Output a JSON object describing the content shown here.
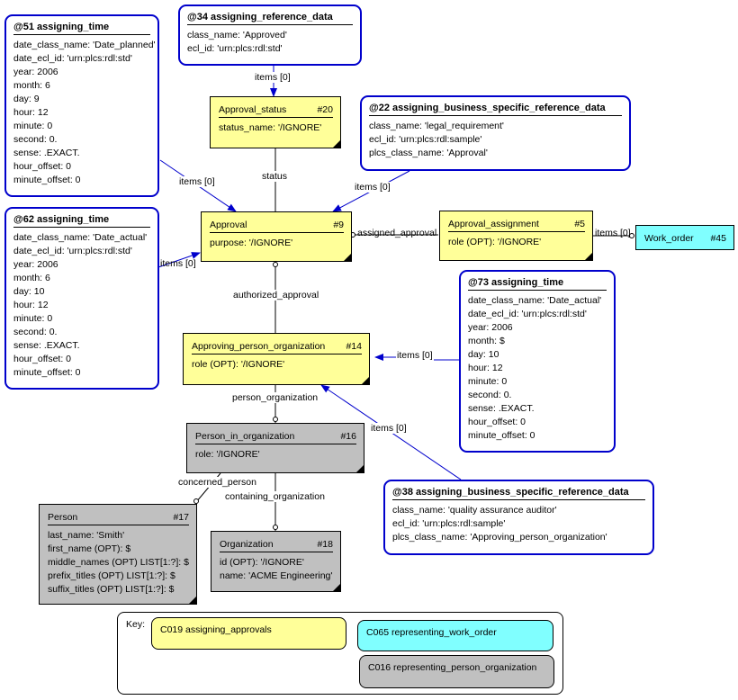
{
  "entities": {
    "approval_status": {
      "name": "Approval_status",
      "id": "#20",
      "rows": [
        "status_name: '/IGNORE'"
      ]
    },
    "approval": {
      "name": "Approval",
      "id": "#9",
      "rows": [
        "purpose: '/IGNORE'"
      ]
    },
    "approval_assignment": {
      "name": "Approval_assignment",
      "id": "#5",
      "rows": [
        "role (OPT): '/IGNORE'"
      ]
    },
    "work_order": {
      "name": "Work_order",
      "id": "#45"
    },
    "approving_person_organization": {
      "name": "Approving_person_organization",
      "id": "#14",
      "rows": [
        "role (OPT): '/IGNORE'"
      ]
    },
    "person_in_organization": {
      "name": "Person_in_organization",
      "id": "#16",
      "rows": [
        "role: '/IGNORE'"
      ]
    },
    "person": {
      "name": "Person",
      "id": "#17",
      "rows": [
        "last_name: 'Smith'",
        "first_name (OPT): $",
        "middle_names (OPT) LIST[1:?]: $",
        "prefix_titles (OPT) LIST[1:?]: $",
        "suffix_titles (OPT) LIST[1:?]: $"
      ]
    },
    "organization": {
      "name": "Organization",
      "id": "#18",
      "rows": [
        "id (OPT): '/IGNORE'",
        "name: 'ACME Engineering'"
      ]
    }
  },
  "instances": {
    "i51": {
      "title": "@51  assigning_time",
      "rows": [
        "date_class_name: 'Date_planned'",
        "date_ecl_id: 'urn:plcs:rdl:std'",
        "year: 2006",
        "month: 6",
        "day: 9",
        "hour: 12",
        "minute: 0",
        "second: 0.",
        "sense: .EXACT.",
        "hour_offset: 0",
        "minute_offset: 0"
      ]
    },
    "i34": {
      "title": "@34  assigning_reference_data",
      "rows": [
        "class_name: 'Approved'",
        "ecl_id: 'urn:plcs:rdl:std'"
      ]
    },
    "i22": {
      "title": "@22  assigning_business_specific_reference_data",
      "rows": [
        "class_name: 'legal_requirement'",
        "ecl_id: 'urn:plcs:rdl:sample'",
        "plcs_class_name: 'Approval'"
      ]
    },
    "i62": {
      "title": "@62  assigning_time",
      "rows": [
        "date_class_name: 'Date_actual'",
        "date_ecl_id: 'urn:plcs:rdl:std'",
        "year: 2006",
        "month: 6",
        "day: 10",
        "hour: 12",
        "minute: 0",
        "second: 0.",
        "sense: .EXACT.",
        "hour_offset: 0",
        "minute_offset: 0"
      ]
    },
    "i73": {
      "title": "@73  assigning_time",
      "rows": [
        "date_class_name: 'Date_actual'",
        "date_ecl_id: 'urn:plcs:rdl:std'",
        "year: 2006",
        "month: $",
        "day: 10",
        "hour: 12",
        "minute: 0",
        "second: 0.",
        "sense: .EXACT.",
        "hour_offset: 0",
        "minute_offset: 0"
      ]
    },
    "i38": {
      "title": "@38  assigning_business_specific_reference_data",
      "rows": [
        "class_name: 'quality assurance auditor'",
        "ecl_id: 'urn:plcs:rdl:sample'",
        "plcs_class_name: 'Approving_person_organization'"
      ]
    }
  },
  "labels": {
    "items_34": "items [0]",
    "items_51": "items [0]",
    "items_22": "items [0]",
    "items_62": "items [0]",
    "items_work_order": "items [0]",
    "items_73": "items [0]",
    "items_38": "items [0]",
    "status": "status",
    "assigned_approval": "assigned_approval",
    "authorized_approval": "authorized_approval",
    "person_organization": "person_organization",
    "concerned_person": "concerned_person",
    "containing_organization": "containing_organization"
  },
  "key": {
    "title": "Key:",
    "items": [
      {
        "label": "C019 assigning_approvals",
        "color": "#ffff99"
      },
      {
        "label": "C065 representing_work_order",
        "color": "#80ffff"
      },
      {
        "label": "C016 representing_person_organization",
        "color": "#c0c0c0"
      }
    ]
  },
  "colors": {
    "instance_border": "#0000cc",
    "entity_yellow": "#ffff99",
    "entity_grey": "#c0c0c0",
    "entity_cyan": "#80ffff"
  }
}
